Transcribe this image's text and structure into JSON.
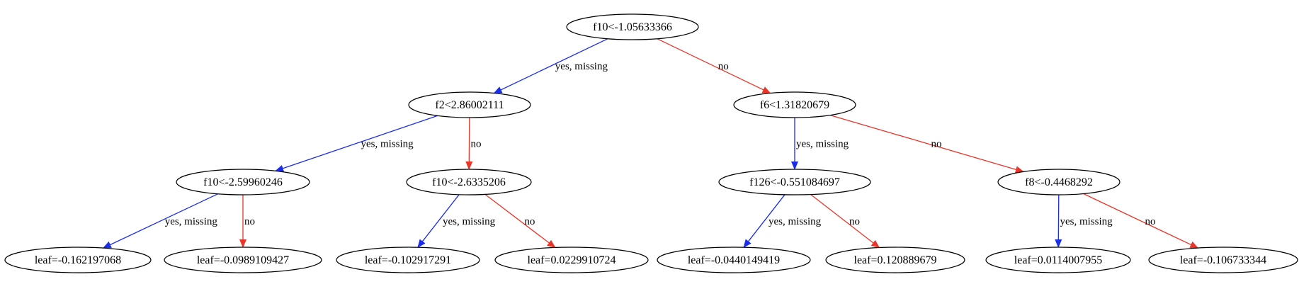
{
  "colors": {
    "yes_edge": "#1a2ee8",
    "no_edge": "#e8362a"
  },
  "nodes": [
    {
      "id": "n0",
      "label": "f10<-1.05633366"
    },
    {
      "id": "n1",
      "label": "f2<2.86002111"
    },
    {
      "id": "n2",
      "label": "f6<1.31820679"
    },
    {
      "id": "n3",
      "label": "f10<-2.59960246"
    },
    {
      "id": "n4",
      "label": "f10<-2.6335206"
    },
    {
      "id": "n5",
      "label": "f126<-0.551084697"
    },
    {
      "id": "n6",
      "label": "f8<-0.4468292"
    },
    {
      "id": "n7",
      "label": "leaf=-0.162197068"
    },
    {
      "id": "n8",
      "label": "leaf=-0.0989109427"
    },
    {
      "id": "n9",
      "label": "leaf=-0.102917291"
    },
    {
      "id": "n10",
      "label": "leaf=0.0229910724"
    },
    {
      "id": "n11",
      "label": "leaf=-0.0440149419"
    },
    {
      "id": "n12",
      "label": "leaf=0.120889679"
    },
    {
      "id": "n13",
      "label": "leaf=0.0114007955"
    },
    {
      "id": "n14",
      "label": "leaf=-0.106733344"
    }
  ],
  "edges": [
    {
      "from": "n0",
      "to": "n1",
      "label": "yes, missing",
      "kind": "yes"
    },
    {
      "from": "n0",
      "to": "n2",
      "label": "no",
      "kind": "no"
    },
    {
      "from": "n1",
      "to": "n3",
      "label": "yes, missing",
      "kind": "yes"
    },
    {
      "from": "n1",
      "to": "n4",
      "label": "no",
      "kind": "no"
    },
    {
      "from": "n2",
      "to": "n5",
      "label": "yes, missing",
      "kind": "yes"
    },
    {
      "from": "n2",
      "to": "n6",
      "label": "no",
      "kind": "no"
    },
    {
      "from": "n3",
      "to": "n7",
      "label": "yes, missing",
      "kind": "yes"
    },
    {
      "from": "n3",
      "to": "n8",
      "label": "no",
      "kind": "no"
    },
    {
      "from": "n4",
      "to": "n9",
      "label": "yes, missing",
      "kind": "yes"
    },
    {
      "from": "n4",
      "to": "n10",
      "label": "no",
      "kind": "no"
    },
    {
      "from": "n5",
      "to": "n11",
      "label": "yes, missing",
      "kind": "yes"
    },
    {
      "from": "n5",
      "to": "n12",
      "label": "no",
      "kind": "no"
    },
    {
      "from": "n6",
      "to": "n13",
      "label": "yes, missing",
      "kind": "yes"
    },
    {
      "from": "n6",
      "to": "n14",
      "label": "no",
      "kind": "no"
    }
  ]
}
